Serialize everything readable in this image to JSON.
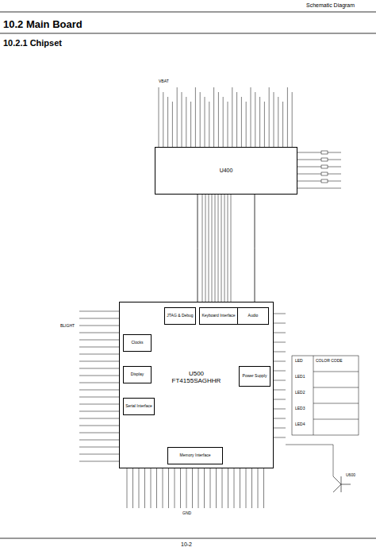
{
  "diagram": {
    "title": "10.2 Main Board",
    "nodes": [
      {
        "text": [
          "U400"
        ]
      },
      {
        "text": [
          "U500",
          "FT4155SAGHHR"
        ]
      },
      {
        "text": [
          "JTAG & Debug"
        ],
        "in": 1
      },
      {
        "text": [
          "Keyboard Interface"
        ],
        "in": 1
      },
      {
        "text": [
          "Audio"
        ],
        "in": 1
      },
      {
        "text": [
          "Clocks"
        ],
        "in": 1
      },
      {
        "text": [
          "Display"
        ],
        "in": 1
      },
      {
        "text": [
          "Serial Interface"
        ],
        "in": 1
      },
      {
        "text": [
          "Power Supply"
        ],
        "in": 1
      },
      {
        "text": [
          "Memory Interface"
        ],
        "in": 1
      }
    ],
    "edges": [
      {
        "from": 0,
        "to": 1,
        "arrow": "none"
      },
      {
        "from": 0,
        "to": 1,
        "arrow": "none"
      }
    ],
    "labels": [
      "Schematic Diagram",
      "10.2.1 Chipset",
      "10-2",
      "LED",
      "COLOR CODE",
      "LED1",
      "LED2",
      "LED3",
      "LED4",
      "U600",
      "BLIGHT",
      "VBAT",
      "GND"
    ]
  }
}
